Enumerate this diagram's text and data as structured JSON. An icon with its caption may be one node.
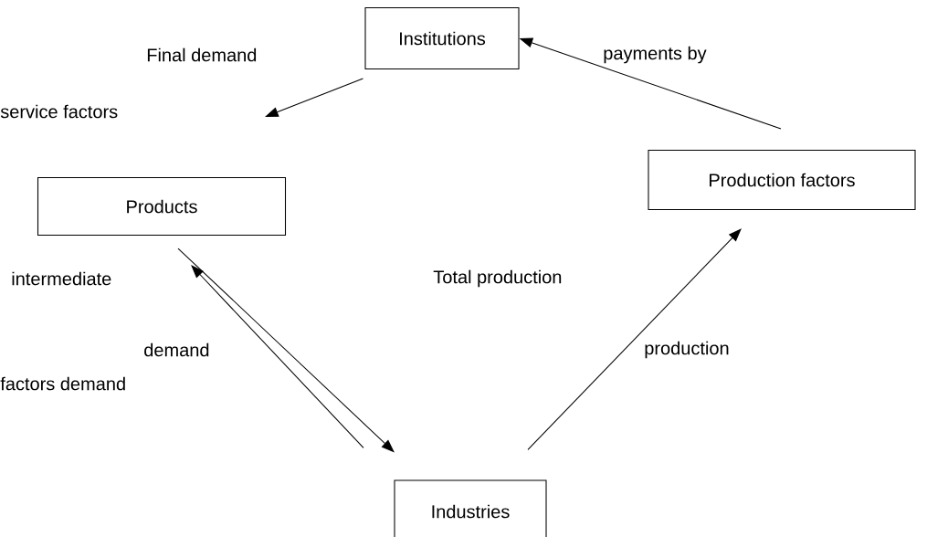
{
  "diagram": {
    "nodes": [
      {
        "text": [
          "Institutions"
        ]
      },
      {
        "text": [
          "Products"
        ]
      },
      {
        "text": [
          "Production factors"
        ]
      },
      {
        "text": [
          "Industries"
        ]
      }
    ],
    "edges": [
      {
        "from": 0,
        "to": null,
        "arrow": "to"
      },
      {
        "from": 2,
        "to": 0,
        "arrow": "to"
      },
      {
        "from": 1,
        "to": 3,
        "arrow": "to"
      },
      {
        "from": 3,
        "to": 1,
        "arrow": "to"
      },
      {
        "from": 3,
        "to": 2,
        "arrow": "to"
      }
    ],
    "labels": [
      "Final demand",
      "payments by",
      "service factors",
      "intermediate",
      "Total production",
      "demand",
      "production",
      "factors demand"
    ]
  }
}
